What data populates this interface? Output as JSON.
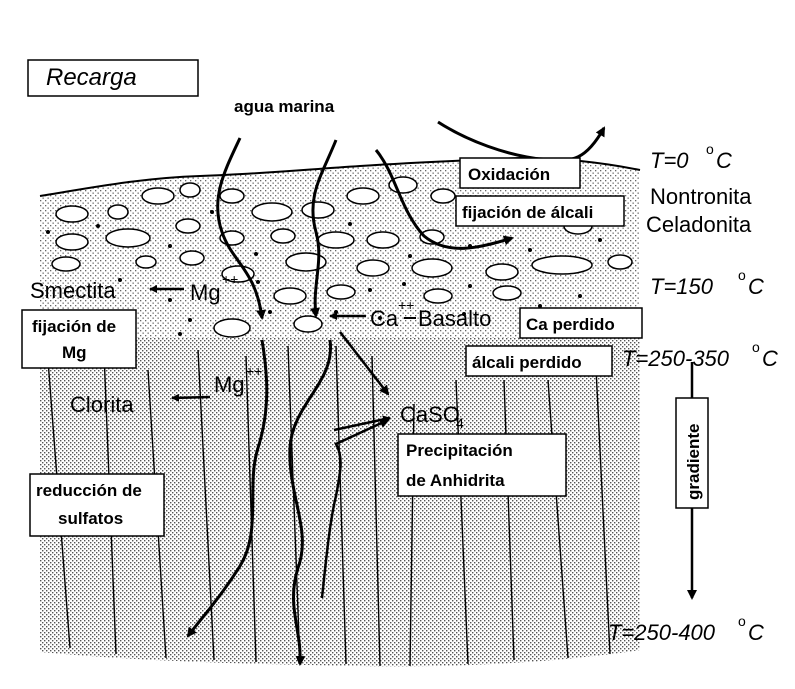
{
  "title": "Recarga",
  "labels": {
    "agua_marina": "agua marina",
    "smectita": "Smectita",
    "mg1": "Mg",
    "mg1_charge": "++",
    "ca": "Ca",
    "ca_charge": "++",
    "basalto": "Basalto",
    "mg2": "Mg",
    "mg2_charge": "++",
    "clorita": "Clorita",
    "caso4": "CaSO",
    "caso4_sub": "4",
    "nontronita": "Nontronita",
    "celadonita": "Celadonita"
  },
  "boxes": {
    "oxidacion": "Oxidación",
    "fijacion_alcali": "fijación de álcali",
    "fijacion_mg_1": "fijación de",
    "fijacion_mg_2": "Mg",
    "ca_perdido": "Ca perdido",
    "alcali_perdido": "álcali perdido",
    "precipitacion_1": "Precipitación",
    "precipitacion_2": "de Anhidrita",
    "reduccion_1": "reducción de",
    "reduccion_2": "sulfatos",
    "gradiente": "gradiente"
  },
  "temperatures": {
    "t0": "T=0",
    "t150": "T=150",
    "t250_350": "T=250-350",
    "t250_400": "T=250-400",
    "deg": "o",
    "unit": "C"
  },
  "colors": {
    "stipple": "#a6a6a6",
    "ink": "#000000",
    "box_fill": "#ffffff"
  }
}
